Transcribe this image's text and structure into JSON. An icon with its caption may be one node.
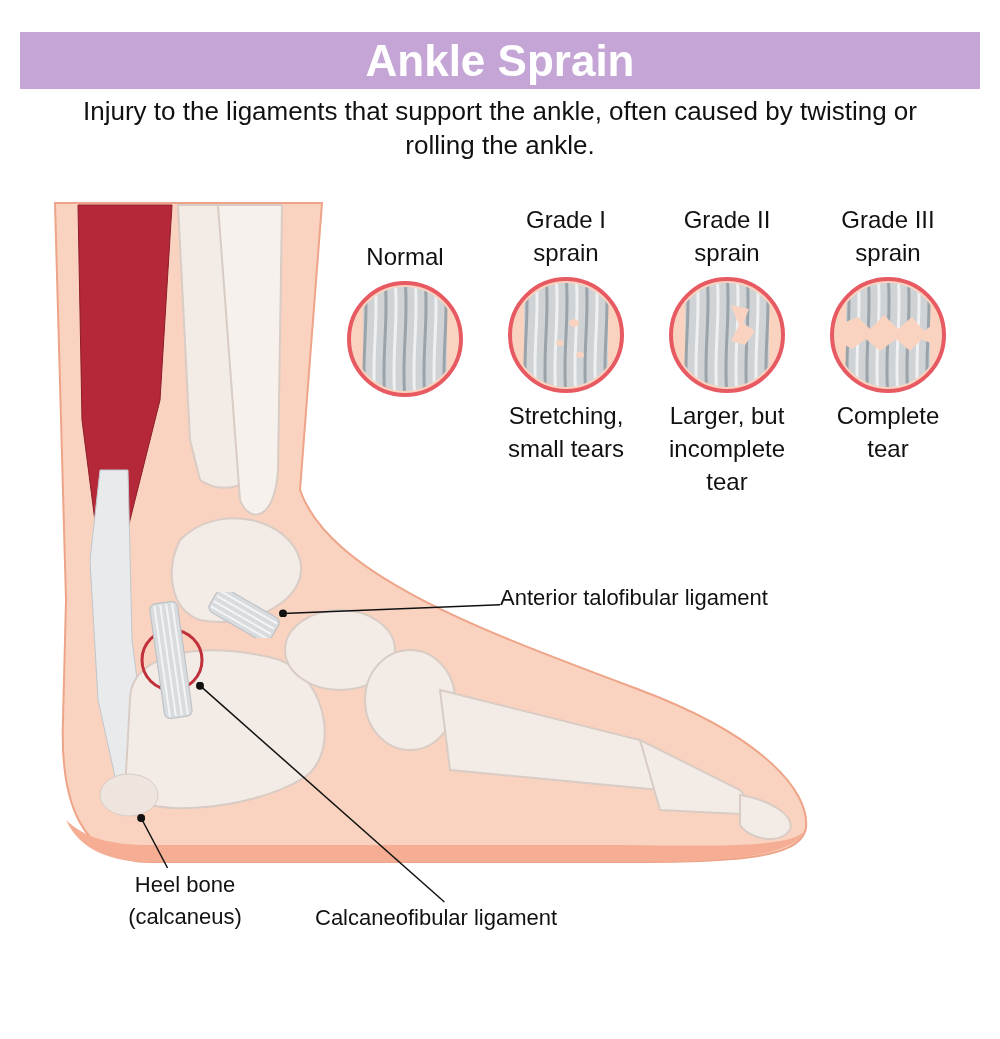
{
  "diagram": {
    "title": "Ankle Sprain",
    "nodes": [
      {
        "text": [
          "Normal"
        ]
      },
      {
        "text": [
          "Grade I sprain"
        ],
        "beside": [
          "Stretching, small tears"
        ]
      },
      {
        "text": [
          "Grade II sprain"
        ],
        "beside": [
          "Larger, but incomplete tear"
        ]
      },
      {
        "text": [
          "Grade III sprain"
        ],
        "beside": [
          "Complete tear"
        ]
      },
      {
        "text": [
          "Anterior talofibular ligament"
        ]
      },
      {
        "text": [],
        "shape": "picture"
      },
      {
        "text": [
          "Calcaneofibular ligament"
        ]
      },
      {
        "text": [],
        "shape": "picture"
      },
      {
        "text": [
          "Heel bone (calcaneus)"
        ]
      },
      {
        "text": [],
        "shape": "circle"
      }
    ],
    "edges": [
      {
        "from": 4,
        "to": 7,
        "arrow": "other"
      },
      {
        "from": 6,
        "to": 5,
        "arrow": "other"
      },
      {
        "from": 8,
        "to": 9,
        "arrow": "other"
      }
    ],
    "labels": [
      "Injury to the ligaments that support the ankle, often caused by twisting or rolling the ankle."
    ]
  }
}
